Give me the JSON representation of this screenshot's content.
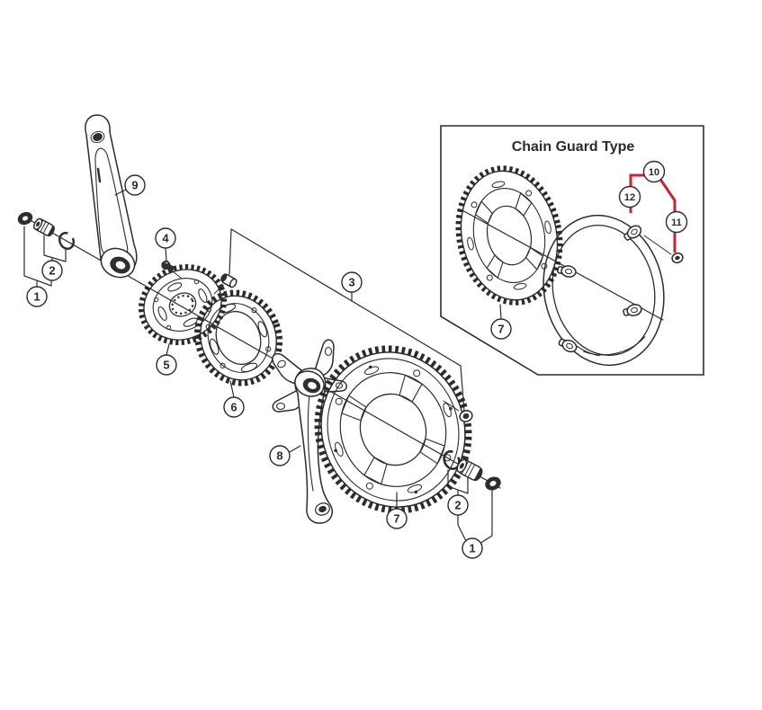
{
  "figure": {
    "type": "exploded-parts-diagram",
    "inset": {
      "title": "Chain Guard Type"
    },
    "callout_numbers": {
      "n1": "1",
      "n2": "2",
      "n3": "3",
      "n4": "4",
      "n5": "5",
      "n6": "6",
      "n7": "7",
      "n8": "8",
      "n9": "9",
      "n10": "10",
      "n11": "11",
      "n12": "12"
    },
    "colors": {
      "line": "#2b2b2b",
      "red": "#c5262d",
      "bg": "#ffffff"
    }
  }
}
